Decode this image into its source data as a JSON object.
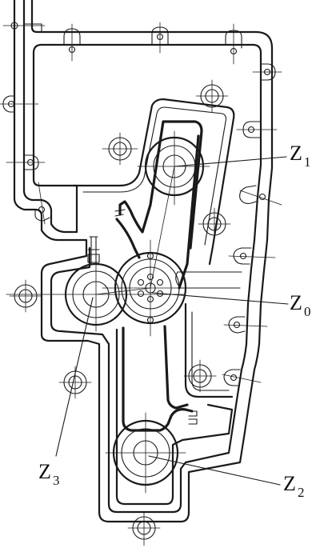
{
  "labels": {
    "z1": {
      "base": "Z",
      "sub": "1"
    },
    "z0": {
      "base": "Z",
      "sub": "0"
    },
    "z3": {
      "base": "Z",
      "sub": "3"
    },
    "z2": {
      "base": "Z",
      "sub": "2"
    }
  }
}
